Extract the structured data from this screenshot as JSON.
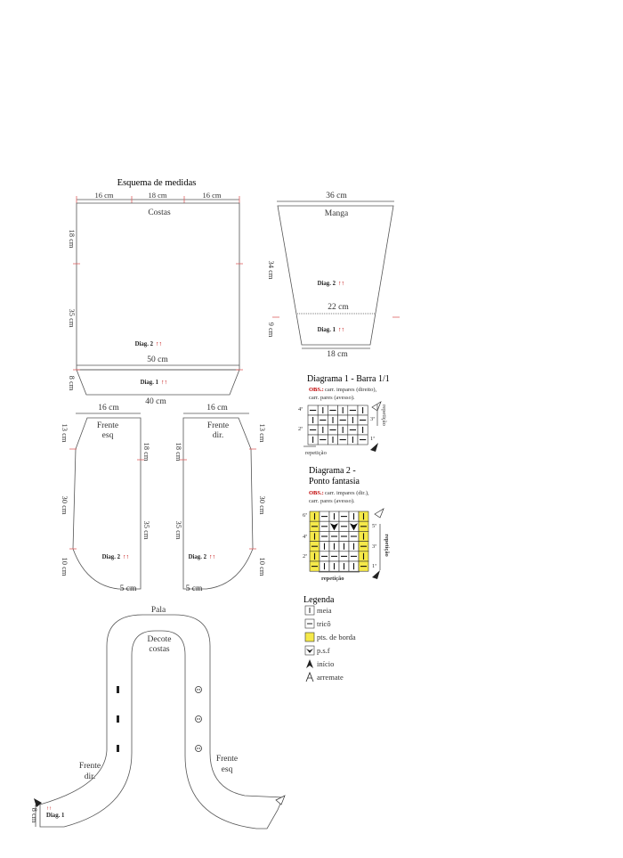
{
  "title": "Esquema de medidas",
  "costas": {
    "label": "Costas",
    "top_segments": [
      "16 cm",
      "18 cm",
      "16 cm"
    ],
    "left_dims": [
      "18 cm",
      "35 cm"
    ],
    "rib_height": "8 cm",
    "width_mid": "50 cm",
    "width_bottom": "40 cm",
    "diag2": "Diag. 2",
    "diag1": "Diag. 1",
    "diag_marks": "↑↑"
  },
  "manga": {
    "label": "Manga",
    "top": "36 cm",
    "mid": "22 cm",
    "bottom": "18 cm",
    "left_dims": [
      "34 cm",
      "9 cm"
    ],
    "diag2": "Diag. 2",
    "diag1": "Diag. 1",
    "diag_marks": "↑↑"
  },
  "frente_esq": {
    "label_1": "Frente",
    "label_2": "esq",
    "top": "16 cm",
    "dims_left": [
      "13 cm",
      "30 cm",
      "10 cm"
    ],
    "dims_right": [
      "18 cm",
      "35 cm"
    ],
    "bottom": "5 cm",
    "diag2": "Diag. 2",
    "diag_marks": "↑↑"
  },
  "frente_dir": {
    "label_1": "Frente",
    "label_2": "dir.",
    "top": "16 cm",
    "dims_left": [
      "18 cm",
      "35 cm"
    ],
    "dims_right": [
      "13 cm",
      "30 cm",
      "10 cm"
    ],
    "bottom": "5 cm",
    "diag2": "Diag. 2",
    "diag_marks": "↑↑"
  },
  "diagram1": {
    "title": "Diagrama 1 - Barra 1/1",
    "obs_label": "OBS.:",
    "obs_1": "carr. impares (direito),",
    "obs_2": "carr. pares (avesso).",
    "rows": [
      [
        "—",
        "I",
        "—",
        "I",
        "—",
        "I"
      ],
      [
        "I",
        "—",
        "I",
        "—",
        "I",
        "—"
      ],
      [
        "—",
        "I",
        "—",
        "I",
        "—",
        "I"
      ],
      [
        "I",
        "—",
        "I",
        "—",
        "I",
        "—"
      ]
    ],
    "row_left": [
      "4ª",
      "",
      "2ª",
      ""
    ],
    "row_right": [
      "",
      "3ª",
      "",
      "1ª"
    ],
    "repeat_bottom": "repetição",
    "repeat_side": "repetição"
  },
  "diagram2": {
    "title_1": "Diagrama 2 -",
    "title_2": "Ponto fantasia",
    "obs_label": "OBS.:",
    "obs_1": "carr. impares (dir.),",
    "obs_2": "carr. pares (avesso).",
    "rows": [
      [
        "I",
        "—",
        "I",
        "—",
        "I",
        "I"
      ],
      [
        "—",
        "—",
        "V",
        "—",
        "V",
        "—"
      ],
      [
        "I",
        "—",
        "—",
        "—",
        "—",
        "I"
      ],
      [
        "—",
        "I",
        "I",
        "I",
        "I",
        "—"
      ],
      [
        "I",
        "—",
        "—",
        "—",
        "—",
        "I"
      ],
      [
        "—",
        "I",
        "I",
        "I",
        "I",
        "—"
      ]
    ],
    "border_cols": [
      0,
      5
    ],
    "row_left": [
      "6ª",
      "",
      "4ª",
      "",
      "2ª",
      ""
    ],
    "row_right": [
      "",
      "5ª",
      "",
      "3ª",
      "",
      "1ª"
    ],
    "repeat_bottom": "repetição",
    "repeat_side": "repetição",
    "yellow": "#f5e94a"
  },
  "legend": {
    "title": "Legenda",
    "items": [
      {
        "icon": "knit-icon",
        "label": "meia"
      },
      {
        "icon": "purl-icon",
        "label": "tricô"
      },
      {
        "icon": "border-swatch-icon",
        "label": "pts. de borda"
      },
      {
        "icon": "psf-icon",
        "label": "p.s.f"
      },
      {
        "icon": "start-arrow-icon",
        "label": "início"
      },
      {
        "icon": "end-arrow-icon",
        "label": "arremate"
      }
    ]
  },
  "pala": {
    "label": "Pala",
    "decote_1": "Decote",
    "decote_2": "costas",
    "frente_dir_1": "Frente",
    "frente_dir_2": "dir.",
    "frente_esq_1": "Frente",
    "frente_esq_2": "esq",
    "height": "8 cm",
    "diag1": "Diag. 1",
    "diag_marks": "↑↑"
  }
}
